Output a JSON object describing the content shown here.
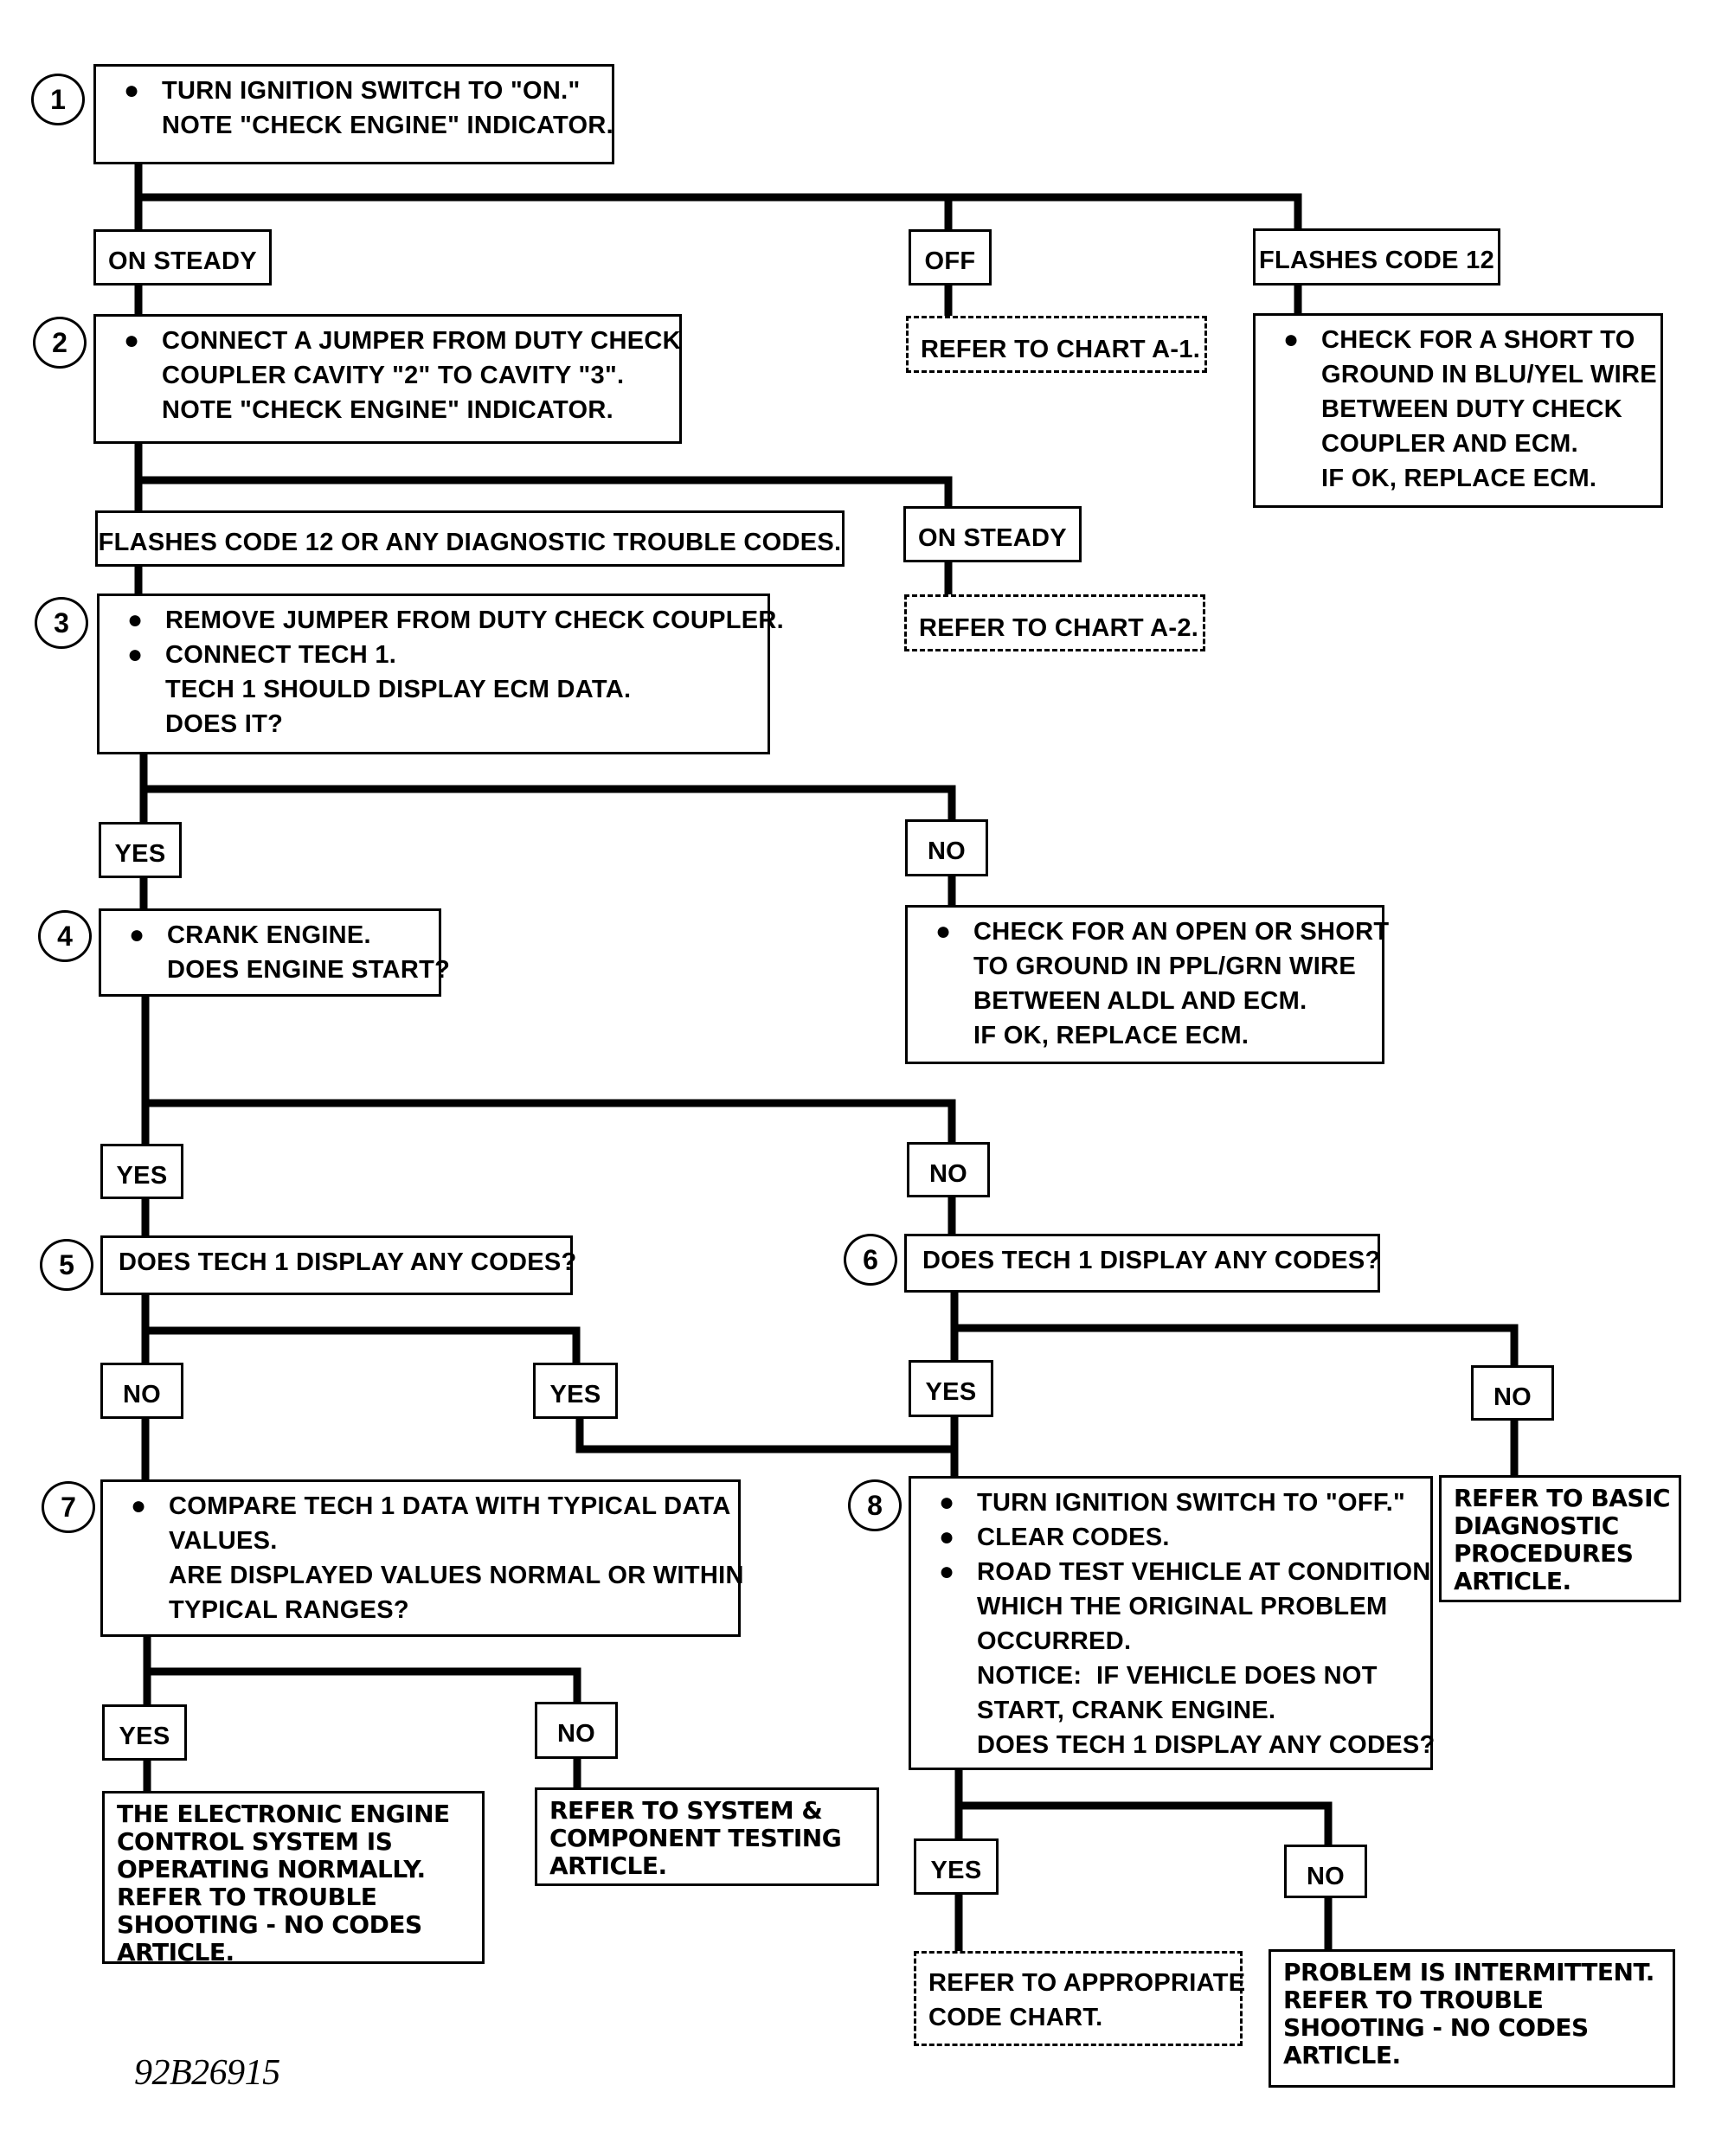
{
  "steps": {
    "s1": {
      "number": "1",
      "lines": [
        "TURN IGNITION SWITCH TO \"ON.\"",
        "NOTE \"CHECK ENGINE\" INDICATOR."
      ]
    },
    "s2": {
      "number": "2",
      "lines": [
        "CONNECT A JUMPER FROM DUTY CHECK",
        "COUPLER CAVITY \"2\" TO CAVITY \"3\".",
        "NOTE \"CHECK ENGINE\" INDICATOR."
      ]
    },
    "s3": {
      "number": "3",
      "lines": [
        "REMOVE JUMPER FROM DUTY CHECK COUPLER.",
        "CONNECT TECH 1.",
        "TECH 1 SHOULD DISPLAY ECM DATA.",
        "DOES IT?"
      ]
    },
    "s4": {
      "number": "4",
      "lines": [
        "CRANK ENGINE.",
        "DOES ENGINE START?"
      ]
    },
    "s5": {
      "number": "5",
      "text": "DOES TECH 1 DISPLAY ANY CODES?"
    },
    "s6": {
      "number": "6",
      "text": "DOES TECH 1 DISPLAY ANY CODES?"
    },
    "s7": {
      "number": "7",
      "lines": [
        "COMPARE TECH 1 DATA WITH TYPICAL DATA",
        "VALUES.",
        "ARE DISPLAYED VALUES NORMAL OR WITHIN",
        "TYPICAL RANGES?"
      ]
    },
    "s8": {
      "number": "8",
      "lines": [
        "TURN IGNITION SWITCH TO \"OFF.\"",
        "CLEAR CODES.",
        "ROAD TEST VEHICLE AT CONDITION",
        "WHICH THE ORIGINAL PROBLEM",
        "OCCURRED.",
        "NOTICE:  IF VEHICLE DOES NOT",
        "START, CRANK ENGINE.",
        "DOES TECH 1 DISPLAY ANY CODES?"
      ]
    }
  },
  "labels": {
    "on_steady_1": "ON STEADY",
    "off": "OFF",
    "flashes_12": "FLASHES CODE 12",
    "flashes_any": "FLASHES CODE 12 OR ANY DIAGNOSTIC TROUBLE CODES.",
    "on_steady_2": "ON STEADY",
    "yes": "YES",
    "no": "NO"
  },
  "results": {
    "chart_a1": "REFER TO CHART A-1.",
    "short_check": [
      "CHECK FOR A SHORT TO",
      "GROUND IN BLU/YEL WIRE",
      "BETWEEN DUTY CHECK",
      "COUPLER AND ECM.",
      "IF OK, REPLACE ECM."
    ],
    "chart_a2": "REFER TO CHART A-2.",
    "open_check": [
      "CHECK FOR AN OPEN OR SHORT",
      "TO GROUND IN PPL/GRN WIRE",
      "BETWEEN ALDL AND ECM.",
      "IF OK, REPLACE ECM."
    ],
    "basic_diag": [
      "REFER TO BASIC",
      "DIAGNOSTIC",
      "PROCEDURES",
      "ARTICLE."
    ],
    "normal": [
      "THE ELECTRONIC ENGINE",
      "CONTROL SYSTEM IS",
      "OPERATING NORMALLY.",
      "REFER TO TROUBLE",
      "SHOOTING - NO CODES",
      "ARTICLE."
    ],
    "sys_comp": [
      "REFER TO SYSTEM &",
      "COMPONENT TESTING",
      "ARTICLE."
    ],
    "code_chart": [
      "REFER TO APPROPRIATE",
      "CODE CHART."
    ],
    "intermittent": [
      "PROBLEM IS INTERMITTENT.",
      "REFER TO TROUBLE",
      "SHOOTING - NO CODES",
      "ARTICLE."
    ]
  },
  "bullet": "●",
  "figure_id": "92B26915"
}
